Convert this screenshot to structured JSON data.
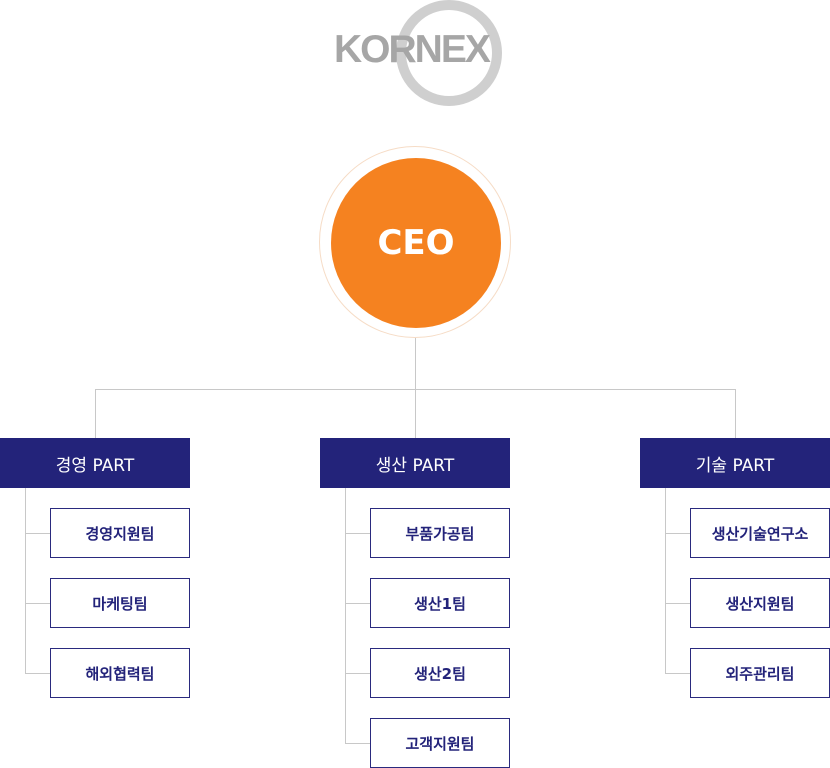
{
  "logo": {
    "text": "KORNEX"
  },
  "ceo": {
    "label": "CEO"
  },
  "parts": [
    {
      "label": "경영 PART",
      "teams": [
        "경영지원팀",
        "마케팅팀",
        "해외협력팀"
      ]
    },
    {
      "label": "생산 PART",
      "teams": [
        "부품가공팀",
        "생산1팀",
        "생산2팀",
        "고객지원팀"
      ]
    },
    {
      "label": "기술 PART",
      "teams": [
        "생산기술연구소",
        "생산지원팀",
        "외주관리팀"
      ]
    }
  ],
  "colors": {
    "ceo_fill": "#f58220",
    "part_fill": "#23237a",
    "team_text": "#23237a",
    "connector": "#c8c8c8"
  }
}
